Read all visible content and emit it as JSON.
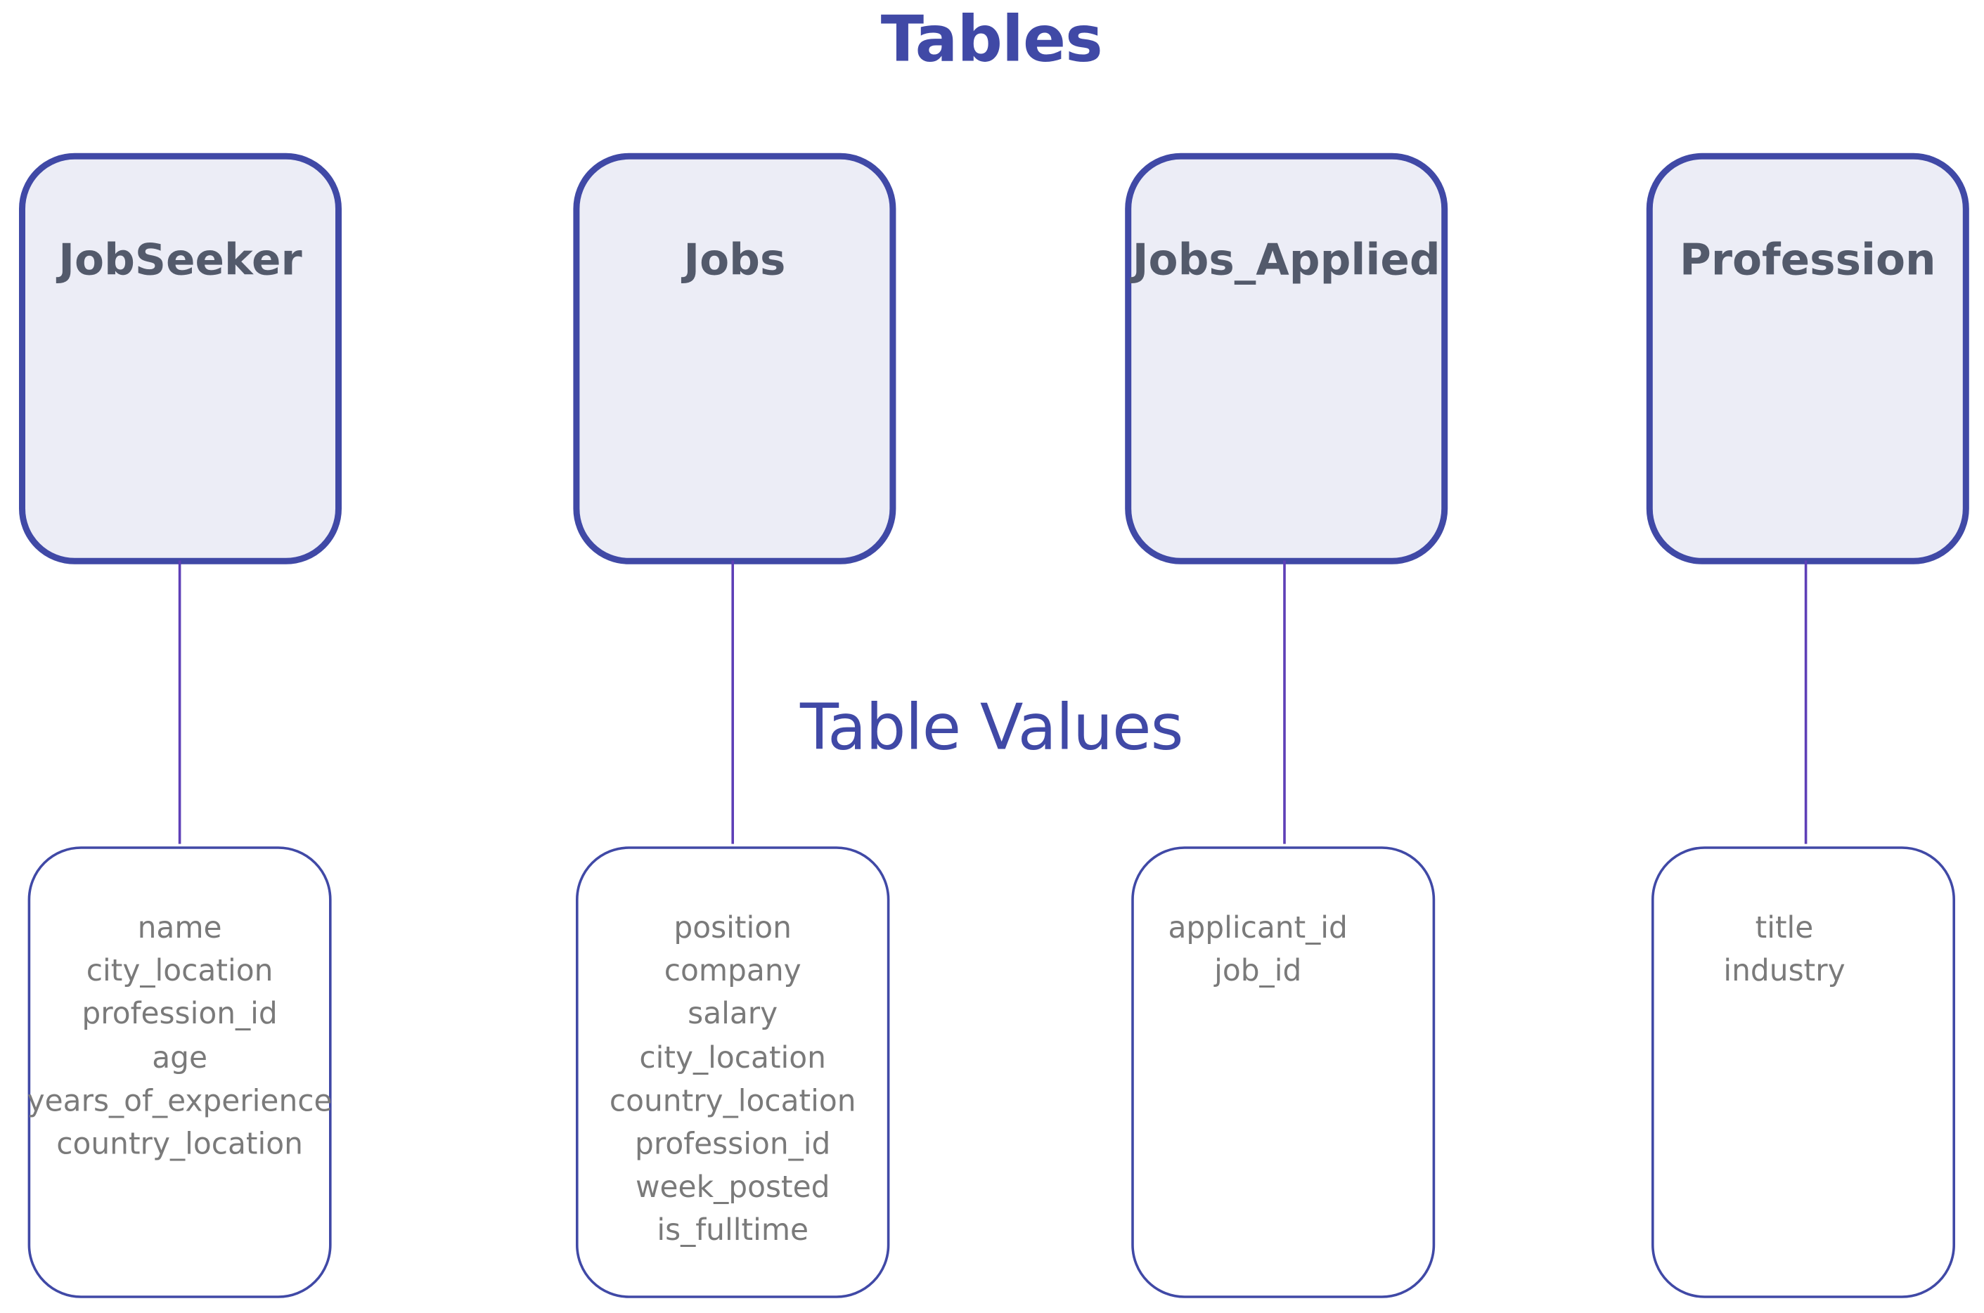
{
  "header": {
    "title": "Tables",
    "subtitle": "Table Values"
  },
  "colors": {
    "accent": "#4049a6",
    "box_fill": "#ecedf6",
    "connector": "#5e3fb7",
    "table_name_text": "#535a6b",
    "value_text": "#7a7a7a"
  },
  "tables": [
    {
      "name": "JobSeeker",
      "fields": [
        "name",
        "city_location",
        "profession_id",
        "age",
        "years_of_experience",
        "country_location"
      ]
    },
    {
      "name": "Jobs",
      "fields": [
        "position",
        "company",
        "salary",
        "city_location",
        "country_location",
        "profession_id",
        "week_posted",
        "is_fulltime"
      ]
    },
    {
      "name": "Jobs_Applied",
      "fields": [
        "applicant_id",
        "job_id"
      ]
    },
    {
      "name": "Profession",
      "fields": [
        "title",
        "industry"
      ]
    }
  ]
}
